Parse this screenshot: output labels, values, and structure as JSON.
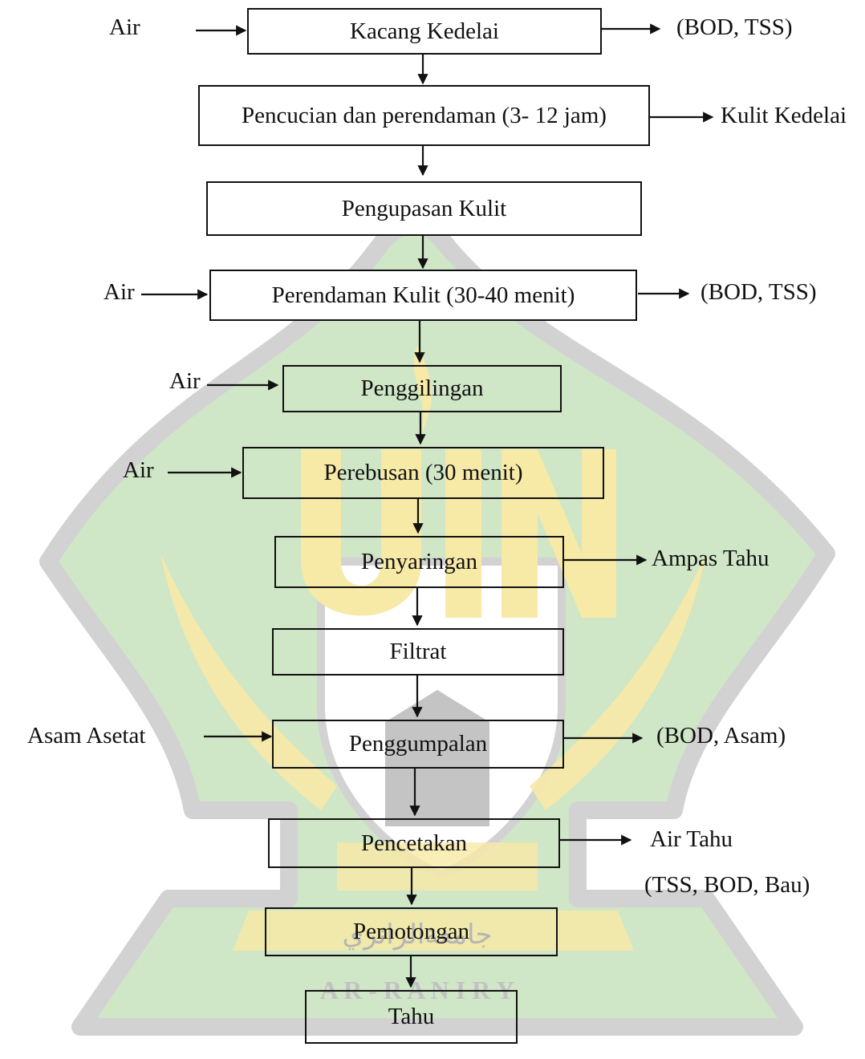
{
  "watermark": {
    "letters": "UIN",
    "arabic_text": "جامعةالرانري",
    "latin_text": "A R - R A N I R Y",
    "colors": {
      "green": "#cfe6c7",
      "gray": "#d2d2d2",
      "gold": "#f7e9a6",
      "dark": "#c4c4c4"
    },
    "logo_icon": "uin-ar-raniry-logo-icon"
  },
  "steps": [
    "Kacang Kedelai",
    "Pencucian dan perendaman (3- 12 jam)",
    "Pengupasan Kulit",
    "Perendaman Kulit (30-40 menit)",
    "Penggilingan",
    "Perebusan (30 menit)",
    "Penyaringan",
    "Filtrat",
    "Penggumpalan",
    "Pencetakan",
    "Pemotongan",
    "Tahu"
  ],
  "inputs": {
    "kacang_kedelai": "Air",
    "perendaman_kulit": "Air",
    "penggilingan": "Air",
    "perebusan": "Air",
    "penggumpalan": "Asam Asetat"
  },
  "outputs": {
    "kacang_kedelai": "(BOD, TSS)",
    "pencucian": "Kulit Kedelai",
    "perendaman_kulit": "(BOD, TSS)",
    "penyaringan": "Ampas Tahu",
    "penggumpalan": "(BOD, Asam)",
    "pencetakan": "Air Tahu",
    "pencetakan_note": "(TSS, BOD, Bau)"
  },
  "line_color": "#111111"
}
